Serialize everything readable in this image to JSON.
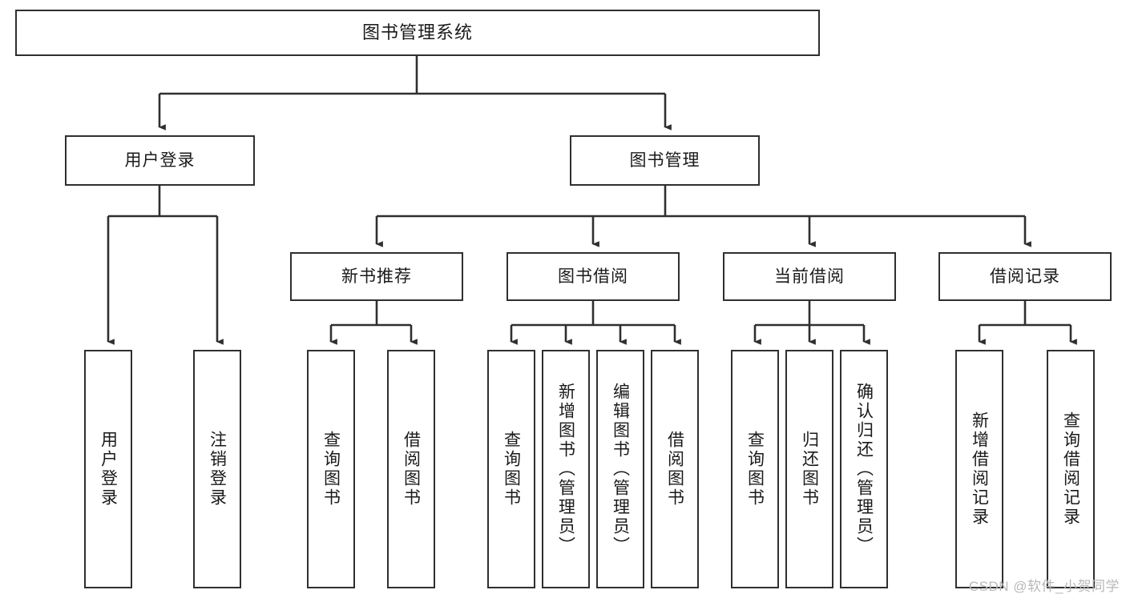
{
  "diagram": {
    "title": "图书管理系统",
    "type": "tree-hierarchy",
    "watermark": "CSDN @软件_小贺同学",
    "colors": {
      "box_border": "#2f2f2f",
      "box_fill": "#ffffff",
      "line": "#2f2f2f",
      "text": "#1a1a1a",
      "watermark": "#b8b8b8"
    },
    "root": {
      "label": "图书管理系统"
    },
    "level2": [
      {
        "label": "用户登录"
      },
      {
        "label": "图书管理"
      }
    ],
    "level3": [
      {
        "label": "新书推荐"
      },
      {
        "label": "图书借阅"
      },
      {
        "label": "当前借阅"
      },
      {
        "label": "借阅记录"
      }
    ],
    "leaves": {
      "user_login": [
        {
          "label": "用户登录"
        },
        {
          "label": "注销登录"
        }
      ],
      "new_book": [
        {
          "label": "查询图书"
        },
        {
          "label": "借阅图书"
        }
      ],
      "book_borrow": [
        {
          "label": "查询图书"
        },
        {
          "label": "新增图书（管理员）"
        },
        {
          "label": "编辑图书（管理员）"
        },
        {
          "label": "借阅图书"
        }
      ],
      "current_borrow": [
        {
          "label": "查询图书"
        },
        {
          "label": "归还图书"
        },
        {
          "label": "确认归还（管理员）"
        }
      ],
      "borrow_record": [
        {
          "label": "新增借阅记录"
        },
        {
          "label": "查询借阅记录"
        }
      ]
    }
  }
}
